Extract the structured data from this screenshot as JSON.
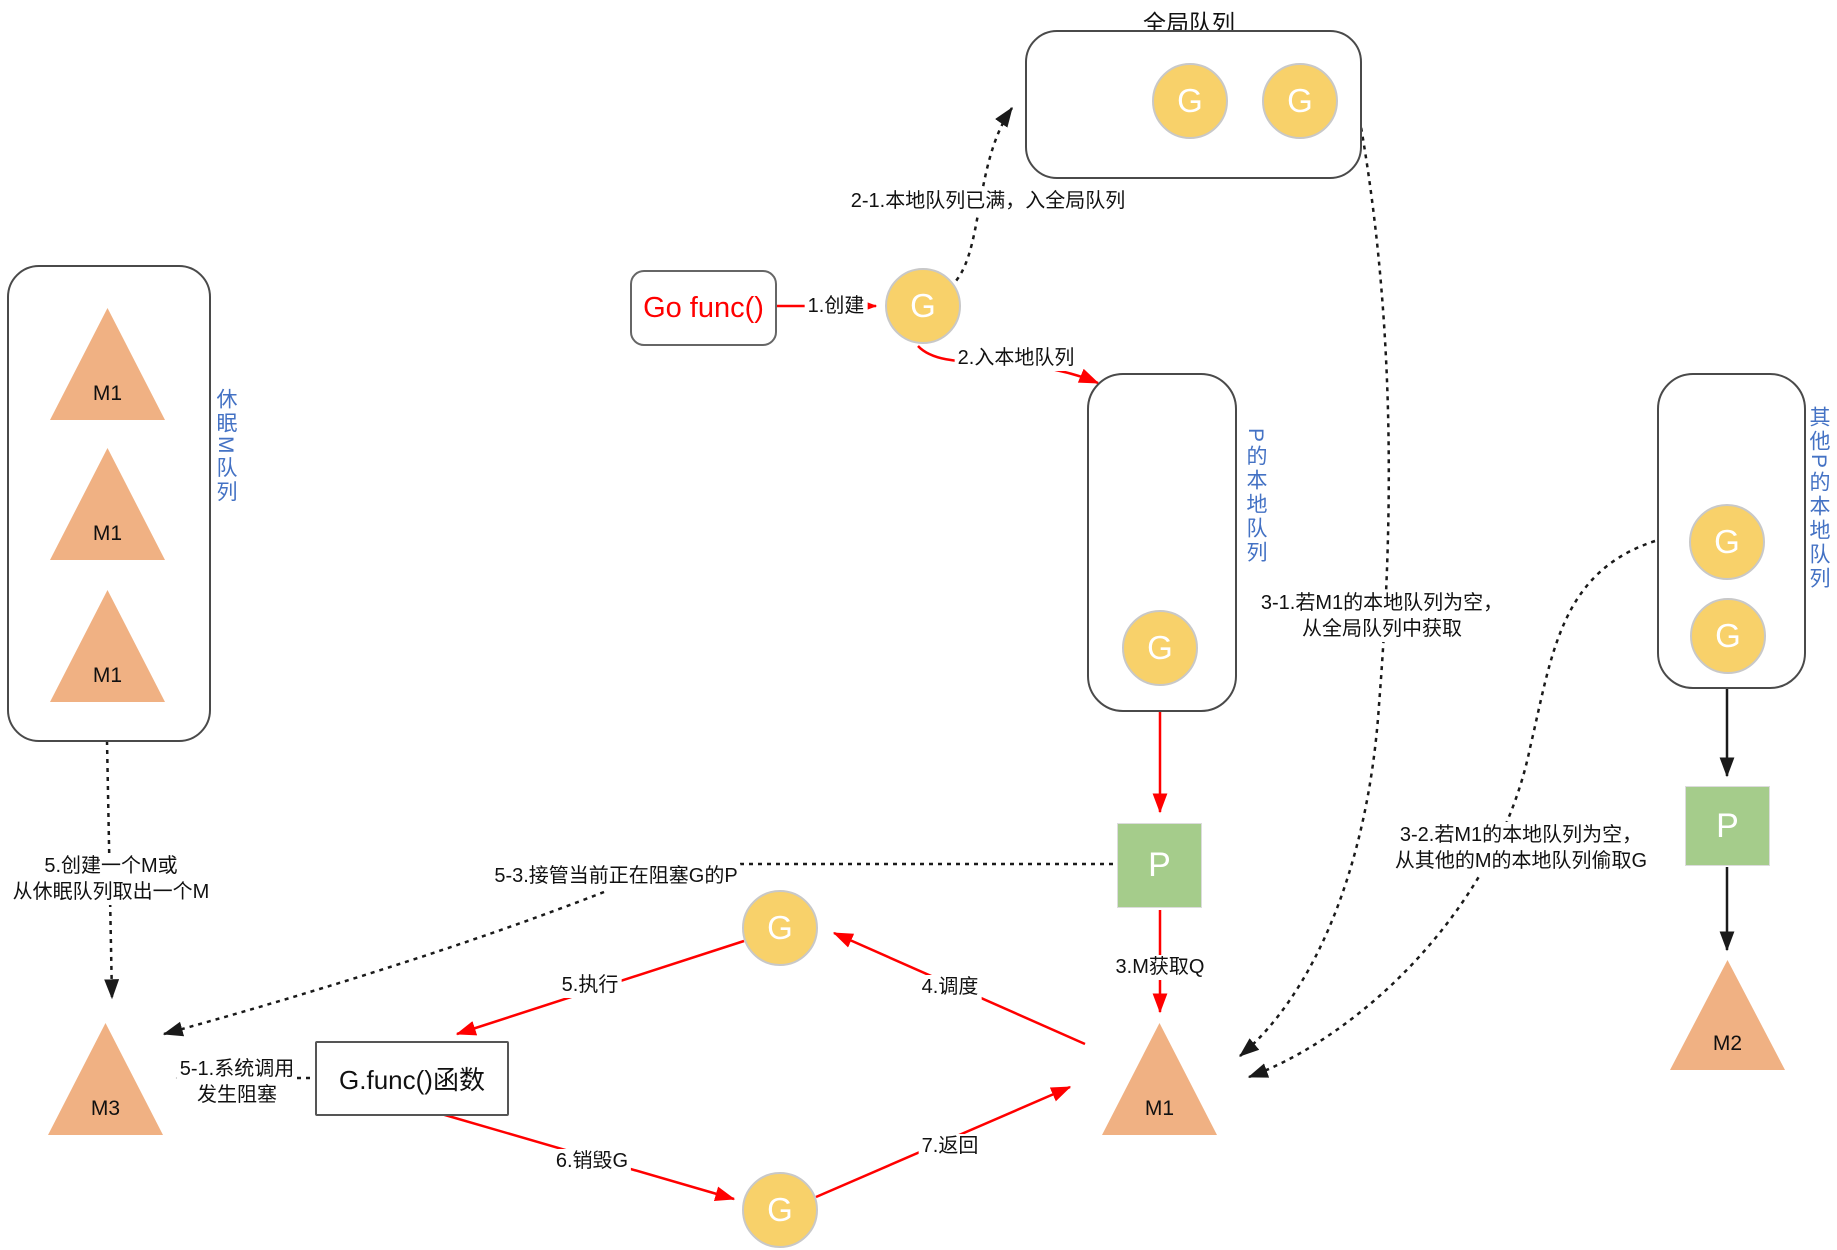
{
  "colors": {
    "g_circle": "#F8D16A",
    "m_triangle": "#F0B183",
    "p_square": "#A5CC8B",
    "arrow_red": "#FF0000",
    "queue_label_blue": "#4472C4"
  },
  "global_queue": {
    "title": "全局队列"
  },
  "sleep_queue": {
    "label": "休眠M队列"
  },
  "p_local_queue": {
    "label": "P的本地队列"
  },
  "other_p_queue": {
    "label": "其他P的本地队列"
  },
  "boxes": {
    "go_func": "Go func()",
    "g_func": "G.func()函数"
  },
  "nodes": {
    "g": "G",
    "p": "P",
    "m1": "M1",
    "m2": "M2",
    "m3": "M3"
  },
  "edges": {
    "create": "1.创建",
    "enqueue_local": "2.入本地队列",
    "full_to_global": "2-1.本地队列已满，入全局队列",
    "m_get": "3.M获取Q",
    "from_global_1": "3-1.若M1的本地队列为空，",
    "from_global_2": "从全局队列中获取",
    "steal_1": "3-2.若M1的本地队列为空，",
    "steal_2": "从其他的M的本地队列偷取G",
    "schedule": "4.调度",
    "execute": "5.执行",
    "create_m_1": "5.创建一个M或",
    "create_m_2": "从休眠队列取出一个M",
    "syscall_1": "5-1.系统调用",
    "syscall_2": "发生阻塞",
    "takeover": "5-3.接管当前正在阻塞G的P",
    "destroy": "6.销毁G",
    "return": "7.返回"
  }
}
